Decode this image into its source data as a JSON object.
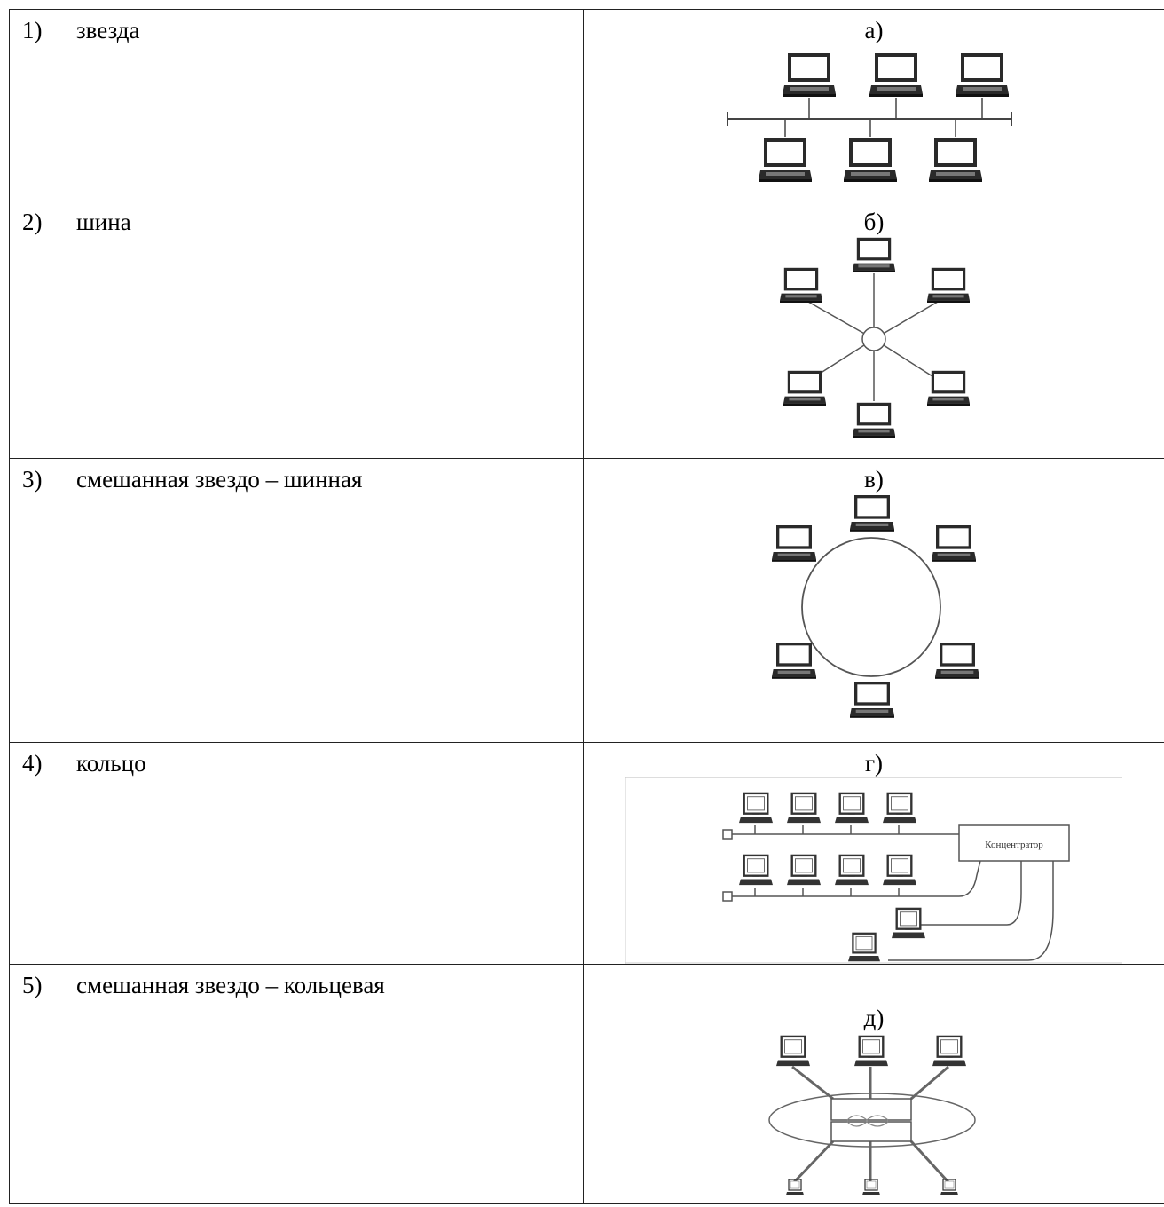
{
  "rows": [
    {
      "num": "1)",
      "label": "звезда",
      "letter": "а)"
    },
    {
      "num": "2)",
      "label": "шина",
      "letter": "б)"
    },
    {
      "num": "3)",
      "label": "смешанная звездо – шинная",
      "letter": "в)"
    },
    {
      "num": "4)",
      "label": "кольцо",
      "letter": "г)"
    },
    {
      "num": "5)",
      "label": "смешанная звездо – кольцевая",
      "letter": "д)"
    }
  ],
  "hub_label": "Концентратор",
  "colors": {
    "line": "#555555",
    "device": "#222222",
    "border": "#222222"
  }
}
